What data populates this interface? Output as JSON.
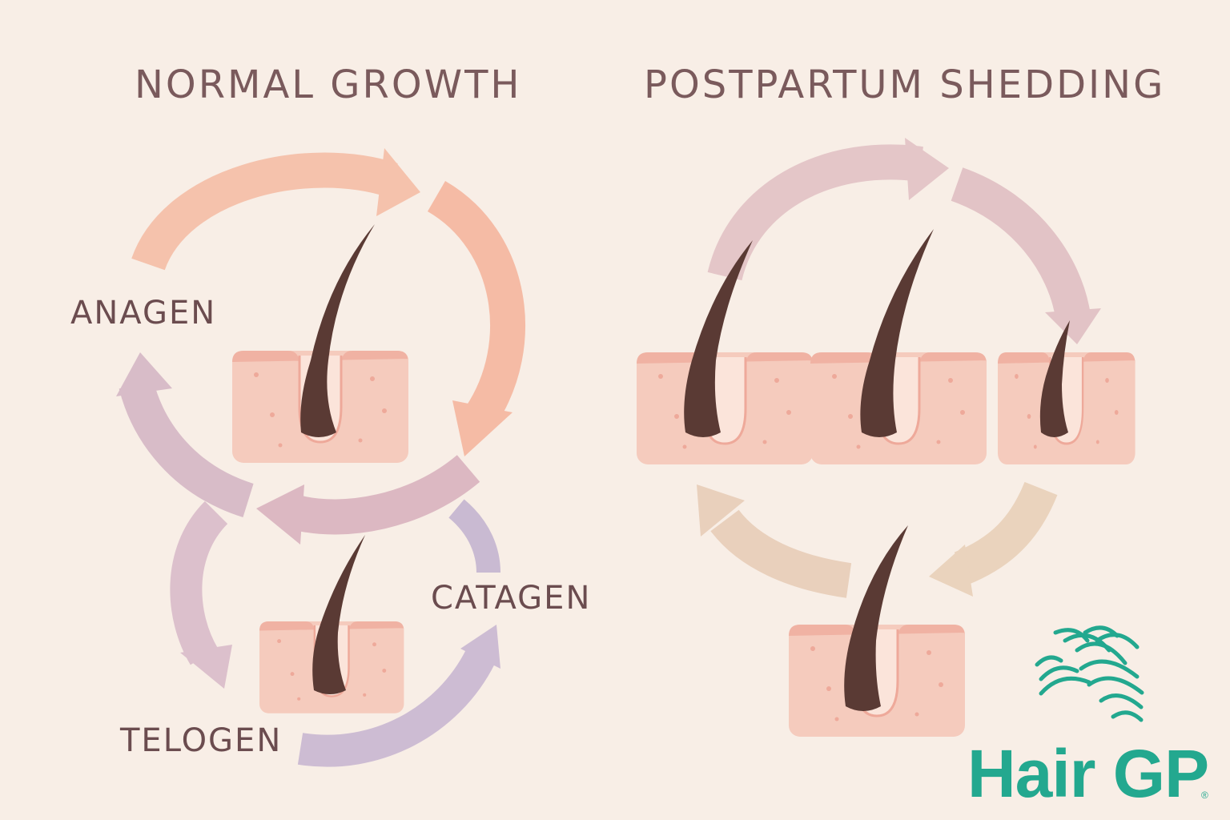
{
  "titles": {
    "normal": "NORMAL GROWTH",
    "postpartum": "POSTPARTUM SHEDDING"
  },
  "phases": {
    "anagen": "ANAGEN",
    "catagen": "CATAGEN",
    "telogen": "TELOGEN"
  },
  "logo": {
    "text": "Hair GP",
    "registered": "®"
  },
  "colors": {
    "background": "#f8eee6",
    "skin": "#f5cbbd",
    "skin_edge": "#eea99a",
    "hair": "#5a3a34",
    "arrow_peach": "#f5bfa8",
    "arrow_mauve": "#dcb8c0",
    "arrow_lavender": "#cbb8cf",
    "arrow_tan": "#e6c9b3",
    "logo": "#23a88f"
  }
}
